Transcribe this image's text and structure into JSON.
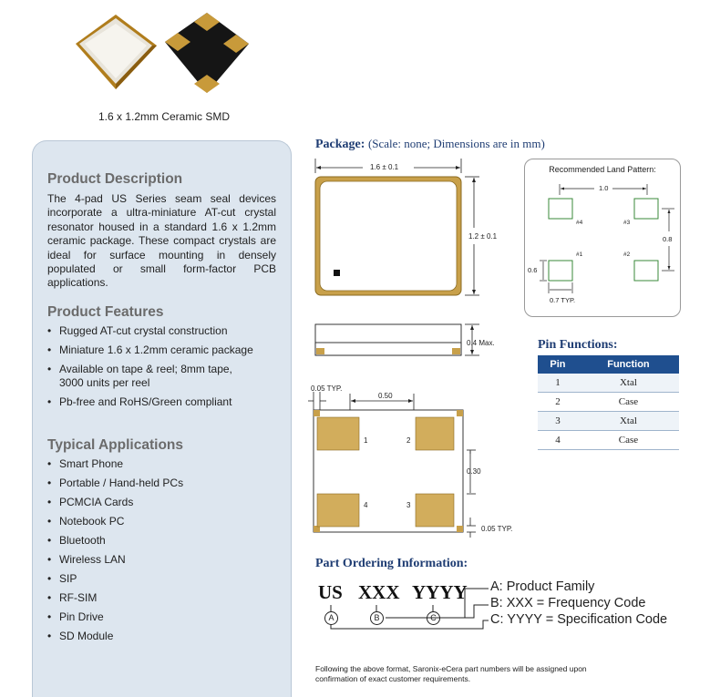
{
  "photo": {
    "caption": "1.6 x 1.2mm Ceramic SMD"
  },
  "description": {
    "title": "Product Description",
    "text": "The 4-pad US Series seam seal devices incorporate a ultra-miniature AT-cut crystal resonator housed in a standard 1.6 x 1.2mm ceramic package. These compact crystals are ideal for surface mounting in densely populated or small form-factor PCB applications."
  },
  "features": {
    "title": "Product Features",
    "items": [
      "Rugged AT-cut crystal construction",
      "Miniature 1.6 x 1.2mm ceramic package",
      "Available on tape & reel; 8mm tape,",
      "3000 units per reel",
      "Pb-free and RoHS/Green compliant"
    ]
  },
  "applications": {
    "title": "Typical Applications",
    "items": [
      "Smart Phone",
      "Portable / Hand-held PCs",
      "PCMCIA Cards",
      "Notebook PC",
      "Bluetooth",
      "Wireless LAN",
      "SIP",
      "RF-SIM",
      "Pin Drive",
      "SD Module"
    ]
  },
  "package": {
    "title": "Package:",
    "note": "(Scale: none; Dimensions are in mm)",
    "dim_width": "1.6 ± 0.1",
    "dim_height": "1.2 ± 0.1",
    "dim_thickness": "0.4 Max.",
    "dim_pad_edge": "0.05 TYP.",
    "dim_pad_pitch": "0.50",
    "dim_pad_vertical": "0.30",
    "dim_pad_bottom": "0.05 TYP.",
    "pin_labels": [
      "1",
      "2",
      "4",
      "3"
    ]
  },
  "land_pattern": {
    "title": "Recommended Land Pattern:",
    "dim_pitch": "1.0",
    "dim_vertical": "0.8",
    "dim_pad_h": "0.6",
    "dim_pad_w": "0.7 TYP.",
    "pins": [
      "#4",
      "#3",
      "#1",
      "#2"
    ]
  },
  "pin_functions": {
    "title": "Pin Functions:",
    "headers": [
      "Pin",
      "Function"
    ],
    "rows": [
      [
        "1",
        "Xtal"
      ],
      [
        "2",
        "Case"
      ],
      [
        "3",
        "Xtal"
      ],
      [
        "4",
        "Case"
      ]
    ]
  },
  "ordering": {
    "title": "Part Ordering Information:",
    "codes": [
      "US",
      "XXX",
      "YYYY"
    ],
    "markers": [
      "A",
      "B",
      "C"
    ],
    "legend": [
      "A: Product Family",
      "B: XXX = Frequency Code",
      "C: YYYY = Specification Code"
    ],
    "footnote_1": "Following the above format, Saronix-eCera part numbers will be assigned upon",
    "footnote_2": "confirmation of exact customer requirements."
  },
  "colors": {
    "accent_blue": "#1f3d73",
    "table_header": "#1f4f8f",
    "panel_bg": "#dde6ef",
    "package_gold": "#c8a04a"
  }
}
